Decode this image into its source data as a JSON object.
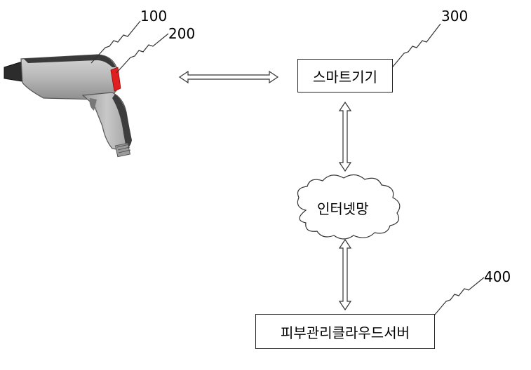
{
  "device": {
    "main_ref": "100",
    "button_ref": "200"
  },
  "smart_device": {
    "ref": "300",
    "label": "스마트기기"
  },
  "network": {
    "label": "인터넷망"
  },
  "server": {
    "ref": "400",
    "label": "피부관리클라우드서버"
  }
}
